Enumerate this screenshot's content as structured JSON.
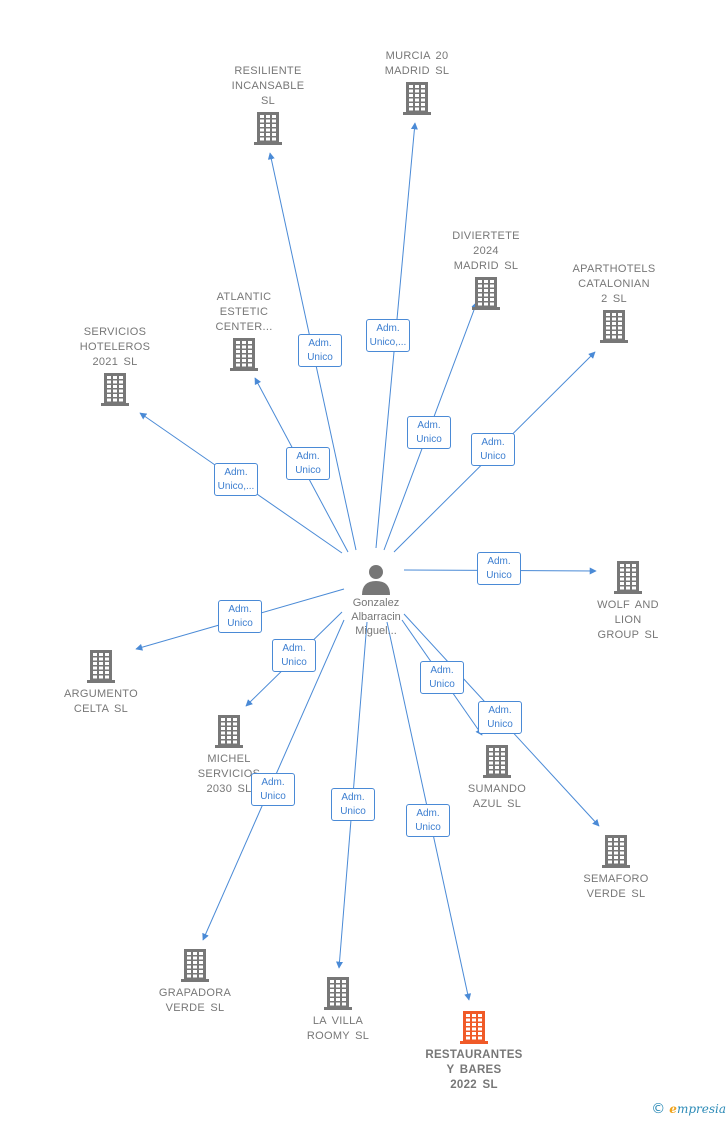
{
  "colors": {
    "edge": "#4a8ad6",
    "building": "#777777",
    "highlight": "#f05a28",
    "label": "#777777"
  },
  "center": {
    "icon": "person-icon",
    "lines": [
      "Gonzalez",
      "Albarracin",
      "Miguel..."
    ]
  },
  "companies": [
    {
      "id": "resiliente",
      "lines": [
        "RESILIENTE",
        "INCANSABLE",
        "SL"
      ],
      "role_lines": [
        "Adm.",
        "Unico"
      ],
      "highlight": false
    },
    {
      "id": "murcia",
      "lines": [
        "MURCIA 20",
        "MADRID  SL"
      ],
      "role_lines": [
        "Adm.",
        "Unico,..."
      ],
      "highlight": false
    },
    {
      "id": "diviertete",
      "lines": [
        "DIVIERTETE",
        "2024",
        "MADRID  SL"
      ],
      "role_lines": [
        "Adm.",
        "Unico"
      ],
      "highlight": false
    },
    {
      "id": "aparthotels",
      "lines": [
        "APARTHOTELS",
        "CATALONIAN",
        "2  SL"
      ],
      "role_lines": [
        "Adm.",
        "Unico"
      ],
      "highlight": false
    },
    {
      "id": "atlantic",
      "lines": [
        "ATLANTIC",
        "ESTETIC",
        "CENTER..."
      ],
      "role_lines": [
        "Adm.",
        "Unico"
      ],
      "highlight": false
    },
    {
      "id": "servicios",
      "lines": [
        "SERVICIOS",
        "HOTELEROS",
        "2021  SL"
      ],
      "role_lines": [
        "Adm.",
        "Unico,..."
      ],
      "highlight": false
    },
    {
      "id": "wolf",
      "lines": [
        "WOLF AND",
        "LION",
        "GROUP  SL"
      ],
      "role_lines": [
        "Adm.",
        "Unico"
      ],
      "highlight": false
    },
    {
      "id": "argumento",
      "lines": [
        "ARGUMENTO",
        "CELTA  SL"
      ],
      "role_lines": [
        "Adm.",
        "Unico"
      ],
      "highlight": false
    },
    {
      "id": "michel",
      "lines": [
        "MICHEL",
        "SERVICIOS",
        "2030  SL"
      ],
      "role_lines": [
        "Adm.",
        "Unico"
      ],
      "highlight": false
    },
    {
      "id": "sumando",
      "lines": [
        "SUMANDO",
        "AZUL  SL"
      ],
      "role_lines": [
        "Adm.",
        "Unico"
      ],
      "highlight": false
    },
    {
      "id": "semaforo",
      "lines": [
        "SEMAFORO",
        "VERDE  SL"
      ],
      "role_lines": [
        "Adm.",
        "Unico"
      ],
      "highlight": false
    },
    {
      "id": "grapadora",
      "lines": [
        "GRAPADORA",
        "VERDE  SL"
      ],
      "role_lines": [
        "Adm.",
        "Unico"
      ],
      "highlight": false
    },
    {
      "id": "lavilla",
      "lines": [
        "LA VILLA",
        "ROOMY  SL"
      ],
      "role_lines": [
        "Adm.",
        "Unico"
      ],
      "highlight": false
    },
    {
      "id": "restaurantes",
      "lines": [
        "RESTAURANTES",
        "Y BARES",
        "2022  SL"
      ],
      "role_lines": [
        "Adm.",
        "Unico"
      ],
      "highlight": true
    }
  ],
  "footer": {
    "copyright": "©",
    "brand_initial": "e",
    "brand_rest": "mpresia"
  }
}
